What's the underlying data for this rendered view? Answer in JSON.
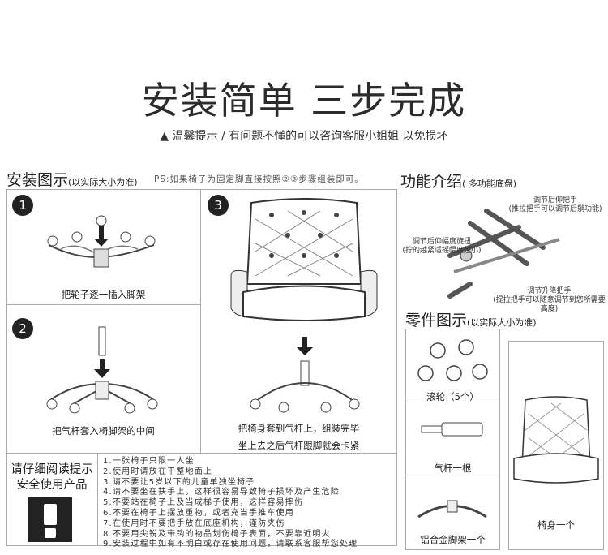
{
  "title": "安装简单 三步完成",
  "subtitle": "▲ 温馨提示 / 有问题不懂的可以咨询客服小姐姐 以免损坏",
  "install": {
    "heading": "安装图示",
    "heading_note": "(以实际大小为准)",
    "ps": "PS:如果椅子为固定脚直接按照②③步骤组装即可。",
    "steps": [
      {
        "num": "1",
        "caption": "把轮子逐一插入脚架"
      },
      {
        "num": "2",
        "caption": "把气杆套入椅脚架的中间"
      },
      {
        "num": "3",
        "caption": "把椅身套到气杆上，组装完毕",
        "caption2": "坐上去之后气杆跟脚就会卡紧"
      }
    ]
  },
  "safety": {
    "title1": "请仔细阅读提示",
    "title2": "安全使用产品",
    "icon": "exclamation-icon",
    "tips": [
      "1.一张椅子只限一人坐",
      "2.使用时请放在平整地面上",
      "3.请不要让5岁以下的儿童单独坐椅子",
      "4.请不要坐在扶手上，这样很容易导致椅子损坏及产生危险",
      "5.不要站在椅子上及当成梯子使用，这样容易摔伤",
      "6.不要在椅子上摆放重物，或者充当手推车使用",
      "7.在使用时不要把手放在底座机构，谨防夹伤",
      "8.不要用尖锐及带钩的物品划伤椅子表面，不要靠近明火",
      "9.安装过程中如有不明白或存在使用问题，请联系客服帮您处理"
    ]
  },
  "features": {
    "heading": "功能介绍",
    "heading_note": "( 多功能底盘)",
    "labels": [
      {
        "t": "调节后仰把手",
        "d": "(推拉把手可以调节后躺功能)"
      },
      {
        "t": "调节后仰幅度旋扭",
        "d": "(拧的越紧适摇幅度越小)"
      },
      {
        "t": "调节升降把手",
        "d": "(提拉把手可以随意调节到您所需要高度)"
      }
    ]
  },
  "parts": {
    "heading": "零件图示",
    "heading_note": "(以实际大小为准)",
    "items": [
      "滚轮（5个）",
      "气杆一根",
      "铝合金脚架一个",
      "椅身一个"
    ]
  }
}
